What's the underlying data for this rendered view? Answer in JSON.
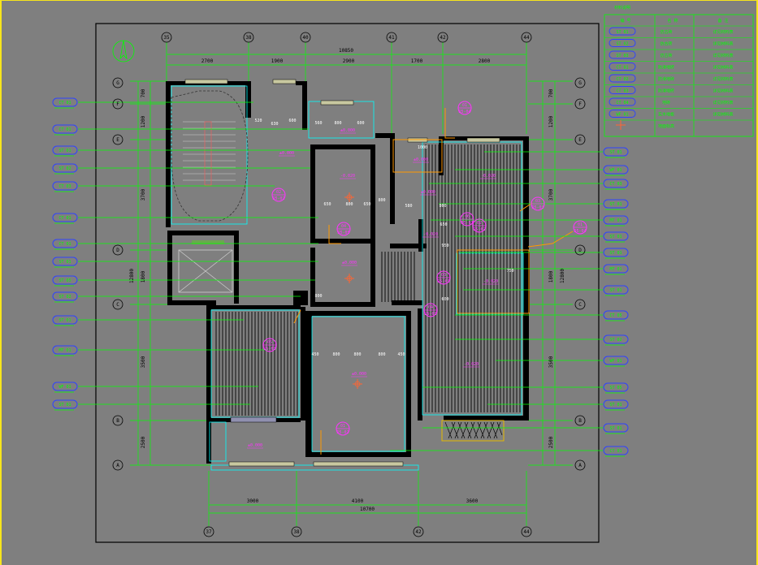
{
  "axes_top": [
    "35",
    "38",
    "40",
    "41",
    "42",
    "44"
  ],
  "axes_bottom": [
    "37",
    "38",
    "42",
    "44"
  ],
  "axes_side": [
    "G",
    "F",
    "E",
    "D",
    "C",
    "B",
    "A"
  ],
  "dims_top_total": "10850",
  "dims_top": [
    "2700",
    "1900",
    "2900",
    "1700",
    "2800"
  ],
  "dims_bottom_total": "10700",
  "dims_bottom": [
    "3000",
    "4100",
    "3600"
  ],
  "dims_left": [
    "700",
    "1200",
    "3700",
    "1800",
    "3500",
    "2500"
  ],
  "dims_right": [
    "700",
    "1200",
    "3700",
    "1800",
    "3500",
    "2500"
  ],
  "dims_left_total": "12800",
  "dims_right_total": "12800",
  "legend": {
    "title": "材料说明",
    "headers": [
      "编 号",
      "名 称",
      "备 注"
    ],
    "rows": [
      {
        "code": "ST 01",
        "name": "仿古砖",
        "note": "详见材料表"
      },
      {
        "code": "ST 02",
        "name": "仿古砖",
        "note": "详见材料表"
      },
      {
        "code": "ST 03",
        "name": "仿古砖",
        "note": "详见材料表"
      },
      {
        "code": "CT 01",
        "name": "防滑地砖",
        "note": "详见材料表"
      },
      {
        "code": "CT 02",
        "name": "防滑地砖",
        "note": "详见材料表"
      },
      {
        "code": "CT 03",
        "name": "防滑地砖",
        "note": "详见材料表"
      },
      {
        "code": "CT 04",
        "name": "地砖",
        "note": "详见材料表"
      },
      {
        "code": "WF 01",
        "name": "实木地板",
        "note": "详见材料表"
      },
      {
        "code": "",
        "name": "地面标高",
        "note": ""
      }
    ]
  },
  "left_tags": [
    "CT 01",
    "CT 01",
    "ST 01",
    "ST 02",
    "CT 03",
    "CT 01",
    "CT 01",
    "ST 01",
    "ST 05",
    "ST 02",
    "ST 01",
    "MT 01",
    "WF 01",
    "ST 01"
  ],
  "right_tags": [
    "ST 01",
    "WF 01",
    "CT 03",
    "ST 01",
    "MT 01",
    "ST 01",
    "ST 01",
    "MT 01",
    "ST 01",
    "CT 05",
    "ST 02",
    "WF 01",
    "ST 05",
    "ST 01",
    "ST 01",
    "CT 01"
  ],
  "elevations": [
    "±0.000",
    "±0.000",
    "-0.020",
    "±0.000",
    "±0.000",
    "-0.020",
    "±0.000",
    "-0.020",
    "±0.000",
    "-0.020",
    "±0.000",
    "-0.020"
  ],
  "interior_dims": [
    "520",
    "630",
    "600",
    "560",
    "800",
    "600",
    "650",
    "800",
    "650",
    "800",
    "1000",
    "650",
    "950",
    "600",
    "750",
    "450",
    "800",
    "800",
    "800",
    "450",
    "580",
    "800",
    "800"
  ],
  "callouts": [
    {
      "num": "01",
      "sheet": "D5-04"
    },
    {
      "num": "02",
      "sheet": "D5-02"
    },
    {
      "num": "03",
      "sheet": "D5-03"
    },
    {
      "num": "04",
      "sheet": "D5-05"
    },
    {
      "num": "01",
      "sheet": "D5-04"
    },
    {
      "num": "02",
      "sheet": "D5-02"
    },
    {
      "num": "03",
      "sheet": "D5-03"
    },
    {
      "num": "04",
      "sheet": "D5-03"
    },
    {
      "num": "05",
      "sheet": "D5-03"
    },
    {
      "num": "01",
      "sheet": "D5-02"
    },
    {
      "num": "06",
      "sheet": "D5-03"
    }
  ],
  "colors": {
    "background": "#7f7f7f",
    "line_green": "#00ff00",
    "wall_black": "#000000",
    "tag_blue": "#2f43ff",
    "cyan": "#00ffff",
    "magenta": "#ff33ff",
    "orange": "#ff9900",
    "frame_yellow": "#f7e51c"
  }
}
